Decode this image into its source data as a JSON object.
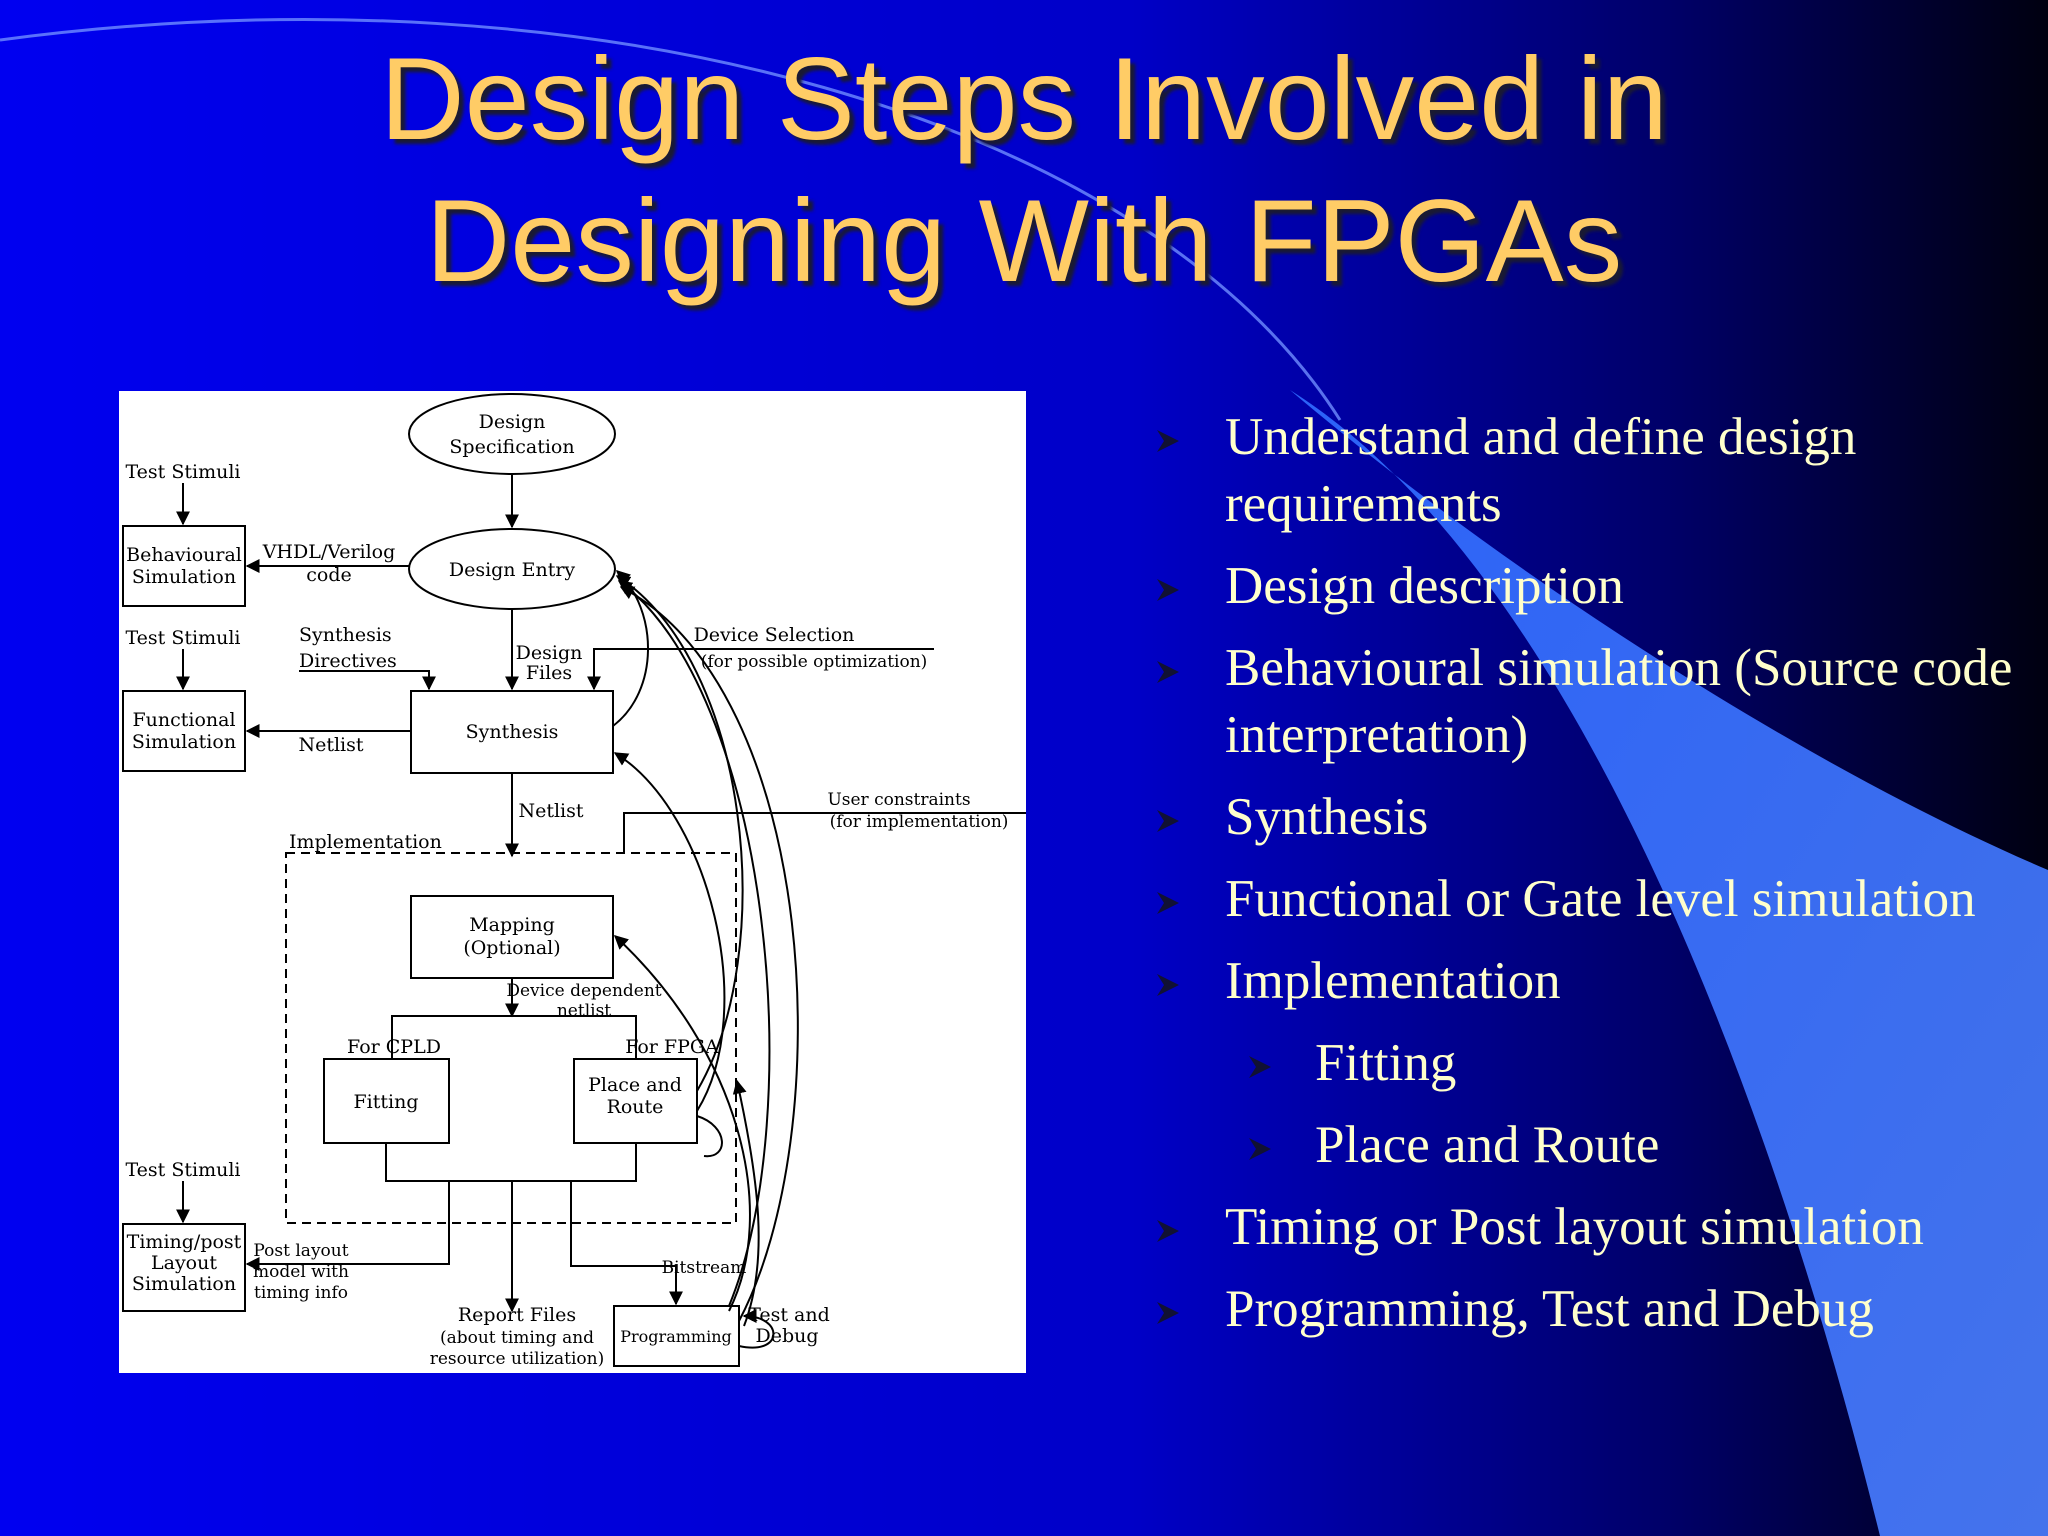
{
  "slide": {
    "title_lines": [
      "Design Steps Involved in",
      "Designing With FPGAs"
    ],
    "bullet_icon": "arrowhead-bullet-icon",
    "colors": {
      "title": "#FFCC66",
      "text": "#FFFFCC",
      "background": "#0000EE"
    }
  },
  "diagram": {
    "design_spec": [
      "Design",
      "Specification"
    ],
    "design_entry": "Design Entry",
    "synthesis": "Synthesis",
    "mapping": [
      "Mapping",
      "(Optional)"
    ],
    "fitting": "Fitting",
    "place_route": [
      "Place and",
      "Route"
    ],
    "programming": "Programming",
    "behavioural_sim": [
      "Behavioural",
      "Simulation"
    ],
    "functional_sim": [
      "Functional",
      "Simulation"
    ],
    "timing_sim": [
      "Timing/post",
      "Layout",
      "Simulation"
    ],
    "test_stimuli": "Test Stimuli",
    "vhdl_code": [
      "VHDL/Verilog",
      "code"
    ],
    "synthesis_directives": [
      "Synthesis",
      "Directives"
    ],
    "design_files": [
      "Design",
      "Files"
    ],
    "device_selection": [
      "Device Selection",
      "(for possible optimization)"
    ],
    "netlist": "Netlist",
    "user_constraints": [
      "User constraints",
      "(for implementation)"
    ],
    "implementation": "Implementation",
    "device_dependent_netlist": [
      "Device dependent",
      "netlist"
    ],
    "for_cpld": "For CPLD",
    "for_fpga": "For FPGA",
    "post_layout_model": [
      "Post layout",
      "model with",
      "timing info"
    ],
    "report_files": [
      "Report Files",
      "(about timing and",
      "resource utilization)"
    ],
    "bitstream": "Bitstream",
    "test_debug": [
      "Test and",
      "Debug"
    ]
  },
  "bullets": [
    {
      "text": "Understand and define design requirements",
      "level": 1
    },
    {
      "text": "Design description",
      "level": 1
    },
    {
      "text": "Behavioural simulation (Source code interpretation)",
      "level": 1
    },
    {
      "text": "Synthesis",
      "level": 1
    },
    {
      "text": "Functional or Gate level simulation",
      "level": 1
    },
    {
      "text": "Implementation",
      "level": 1
    },
    {
      "text": "Fitting",
      "level": 2
    },
    {
      "text": "Place and Route",
      "level": 2
    },
    {
      "text": "Timing or Post layout simulation",
      "level": 1
    },
    {
      "text": "Programming, Test and Debug",
      "level": 1
    }
  ]
}
